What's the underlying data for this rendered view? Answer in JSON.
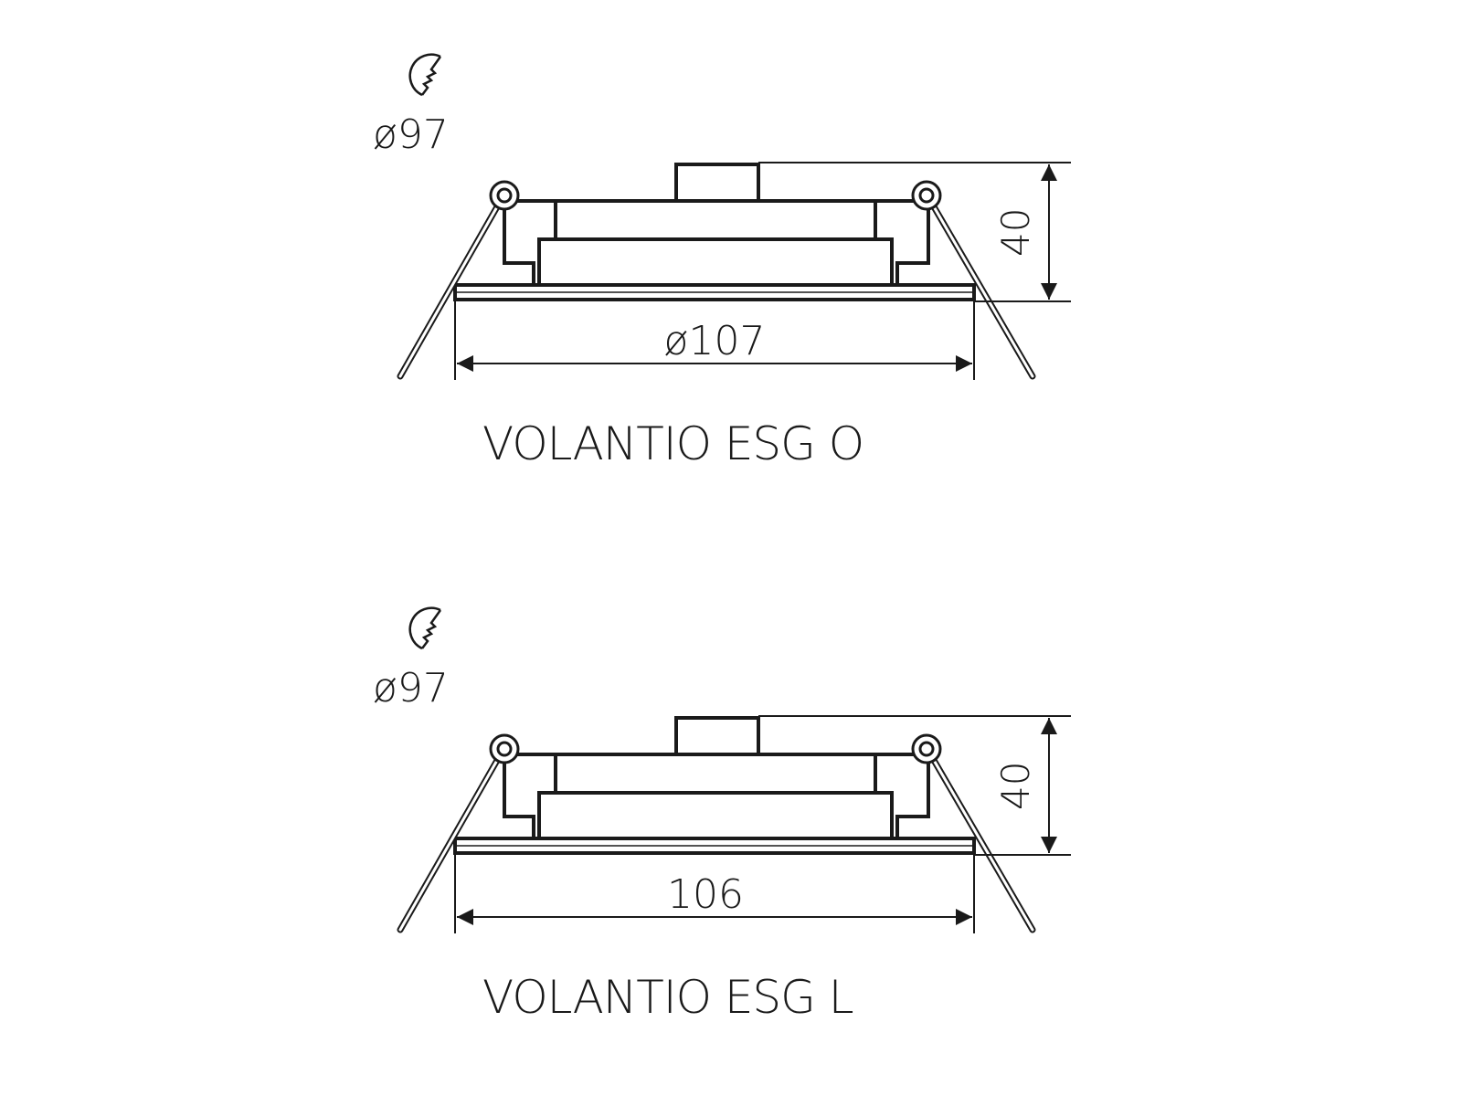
{
  "drawings": [
    {
      "cutout_label": "ø97",
      "height_label": "40",
      "width_label": "ø107",
      "model_name": "VOLANTIO ESG O",
      "cutout_icon": "cutout-hole-icon"
    },
    {
      "cutout_label": "ø97",
      "height_label": "40",
      "width_label": "106",
      "model_name": "VOLANTIO ESG L",
      "cutout_icon": "cutout-hole-icon"
    }
  ],
  "colors": {
    "line": "#1a1a1a",
    "background": "#ffffff"
  }
}
